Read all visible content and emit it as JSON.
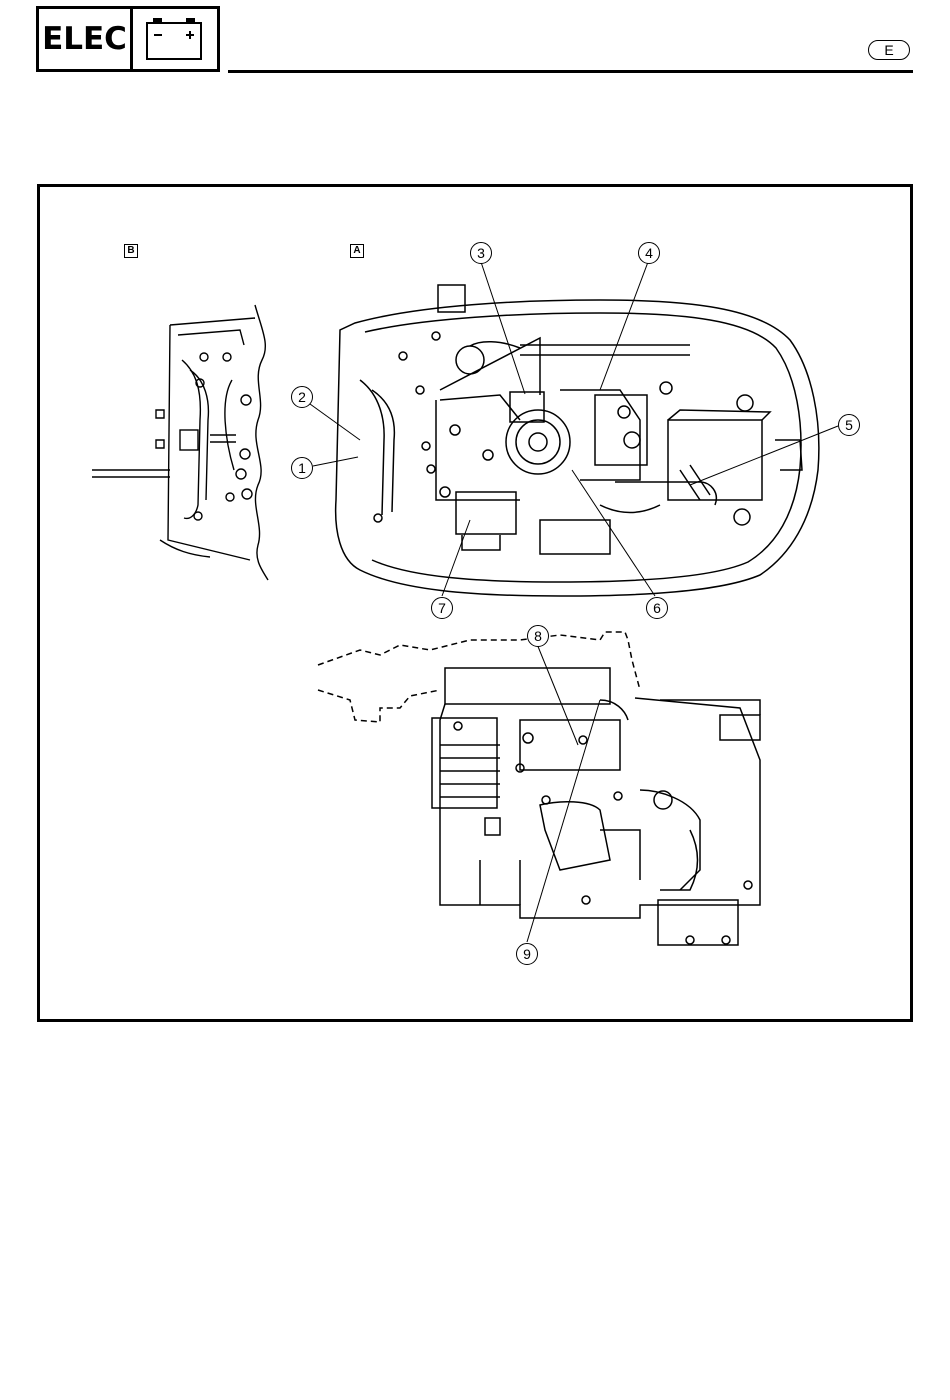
{
  "header": {
    "section_label": "ELEC",
    "battery_icon": "battery-icon",
    "language_mark": "E"
  },
  "figure": {
    "view_labels": {
      "b": "B",
      "a": "A"
    },
    "callouts": [
      "1",
      "2",
      "3",
      "4",
      "5",
      "6",
      "7",
      "8",
      "9"
    ]
  }
}
